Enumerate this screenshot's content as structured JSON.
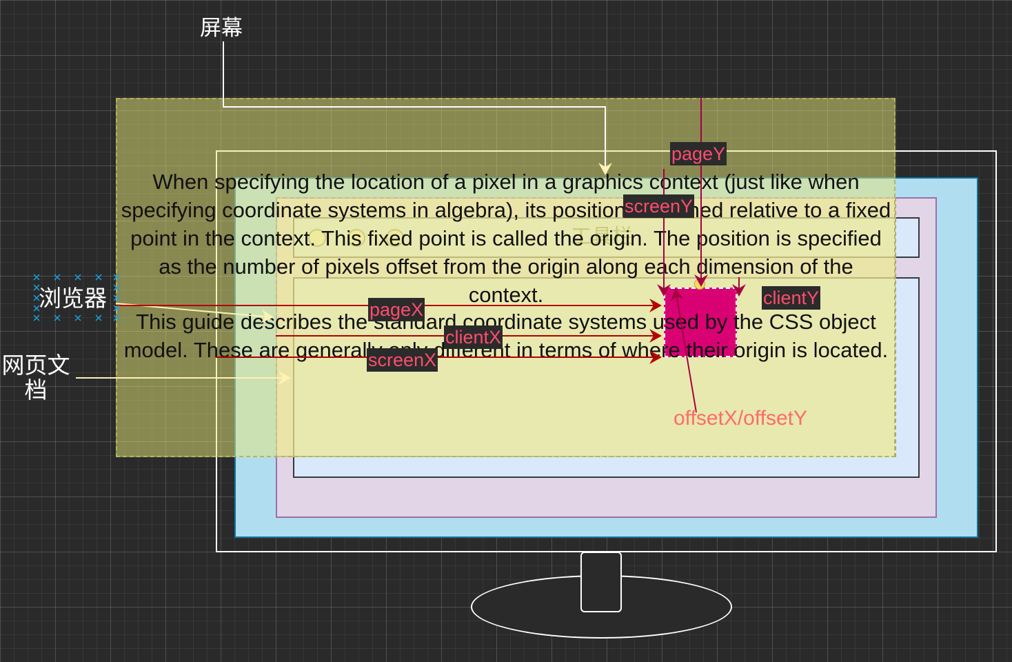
{
  "labels": {
    "screen": "屏幕",
    "browser": "浏览器",
    "webpage": "网页文档",
    "toolbar": "工具栏"
  },
  "properties": {
    "pageY": "pageY",
    "screenY": "screenY",
    "clientY": "clientY",
    "pageX": "pageX",
    "clientX": "clientX",
    "screenX": "screenX",
    "offset": "offsetX/offsetY"
  },
  "description": {
    "paragraph1": "When specifying the location of a pixel in a graphics context (just like when specifying coordinate systems in algebra), its position is defined relative to a fixed point in the context. This fixed point is called the origin. The position is specified as the number of pixels offset from the origin along each dimension of the context.",
    "paragraph2": "This guide describes the standard coordinate systems used by the CSS object model. These are generally only different in terms of where their origin is located."
  },
  "colors": {
    "background": "#2a2a2a",
    "monitor_outline": "#ffffff",
    "browser_fill": "#b1ddf0",
    "browser_border": "#10739e",
    "window_fill": "#e1d5e7",
    "window_border": "#9673a6",
    "document_fill": "#dae8fc",
    "overlay_fill": "#fff2cc",
    "note_fill": "#e6e6a0",
    "target_fill": "#d80073",
    "arrow_red": "#b20000",
    "property_text": "#ff4d6d"
  }
}
